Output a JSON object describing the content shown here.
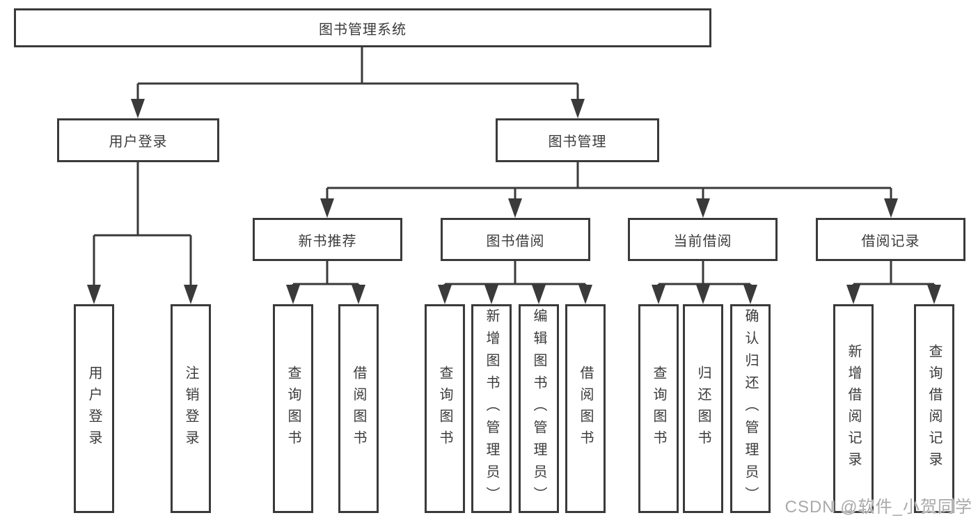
{
  "tree": {
    "root": {
      "label": "图书管理系统",
      "children": [
        {
          "label": "用户登录",
          "children": [
            {
              "label": "用户登录"
            },
            {
              "label": "注销登录"
            }
          ]
        },
        {
          "label": "图书管理",
          "children": [
            {
              "label": "新书推荐",
              "children": [
                {
                  "label": "查询图书"
                },
                {
                  "label": "借阅图书"
                }
              ]
            },
            {
              "label": "图书借阅",
              "children": [
                {
                  "label": "查询图书"
                },
                {
                  "label": "新增图书（管理员）"
                },
                {
                  "label": "编辑图书（管理员）"
                },
                {
                  "label": "借阅图书"
                }
              ]
            },
            {
              "label": "当前借阅",
              "children": [
                {
                  "label": "查询图书"
                },
                {
                  "label": "归还图书"
                },
                {
                  "label": "确认归还（管理员）"
                }
              ]
            },
            {
              "label": "借阅记录",
              "children": [
                {
                  "label": "新增借阅记录"
                },
                {
                  "label": "查询借阅记录"
                }
              ]
            }
          ]
        }
      ]
    }
  },
  "watermark": "CSDN @软件_小贺同学",
  "colors": {
    "line": "#3a3a3a",
    "text": "#3b3b3b",
    "watermark": "#a9a9a9",
    "background": "#ffffff"
  }
}
